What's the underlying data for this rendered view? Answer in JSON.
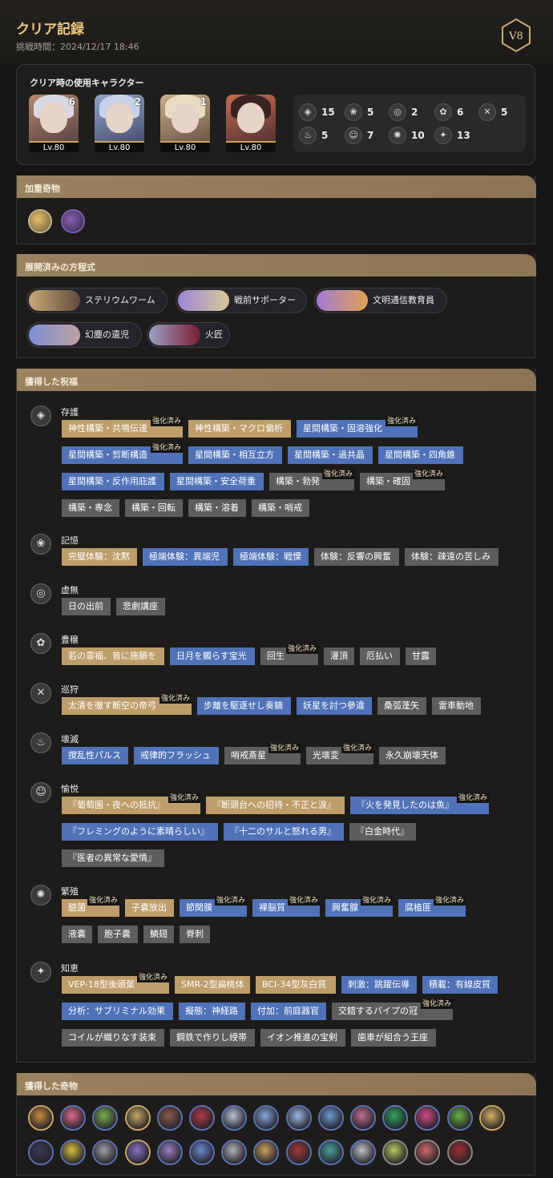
{
  "header": {
    "title": "クリア記録",
    "datetime_label": "挑戦時間：2024/12/17 18:46",
    "version_badge": "V8"
  },
  "characters": {
    "label": "クリア時の使用キャラクター",
    "items": [
      {
        "rank": "6",
        "level": "Lv.80"
      },
      {
        "rank": "2",
        "level": "Lv.80"
      },
      {
        "rank": "1",
        "level": "Lv.80"
      },
      {
        "rank": "",
        "level": "Lv.80"
      }
    ]
  },
  "path_counts": [
    {
      "icon": "preservation-icon",
      "count": "15"
    },
    {
      "icon": "remembrance-icon",
      "count": "5"
    },
    {
      "icon": "nihility-icon",
      "count": "2"
    },
    {
      "icon": "abundance-icon",
      "count": "6"
    },
    {
      "icon": "hunt-icon",
      "count": "5"
    },
    {
      "icon": "destruction-icon",
      "count": "5"
    },
    {
      "icon": "elation-icon",
      "count": "7"
    },
    {
      "icon": "propagation-icon",
      "count": "10"
    },
    {
      "icon": "erudition-icon",
      "count": "13"
    }
  ],
  "weighted_curios": {
    "label": "加重奇物"
  },
  "equations": {
    "label": "展開済みの方程式",
    "items": [
      "ステリウムワーム",
      "戦前サポーター",
      "文明通信教育員",
      "幻塵の遺児",
      "火匠"
    ]
  },
  "blessings": {
    "label": "獲得した祝福",
    "enhanced_label": "強化済み",
    "paths": [
      {
        "name": "存護",
        "rows": [
          [
            {
              "t": "神性構築・共鳴伝達",
              "c": "g",
              "e": true
            },
            {
              "t": "神性構築・マクロ偏析",
              "c": "g",
              "e": false
            },
            {
              "t": "星間構築・固溶強化",
              "c": "b",
              "e": true
            }
          ],
          [
            {
              "t": "星間構築・剪断構造",
              "c": "b",
              "e": true
            },
            {
              "t": "星間構築・相互立方",
              "c": "b",
              "e": false
            },
            {
              "t": "星間構築・過共晶",
              "c": "b",
              "e": false
            },
            {
              "t": "星間構築・四角錐",
              "c": "b",
              "e": false
            }
          ],
          [
            {
              "t": "星間構築・反作用庇護",
              "c": "b",
              "e": false
            },
            {
              "t": "星間構築・安全荷重",
              "c": "b",
              "e": false
            },
            {
              "t": "構築・勃発",
              "c": "d",
              "e": true
            },
            {
              "t": "構築・確固",
              "c": "d",
              "e": true
            }
          ],
          [
            {
              "t": "構築・専念",
              "c": "d",
              "e": false
            },
            {
              "t": "構築・回転",
              "c": "d",
              "e": false
            },
            {
              "t": "構築・溶着",
              "c": "d",
              "e": false
            },
            {
              "t": "構築・哨戒",
              "c": "d",
              "e": false
            }
          ]
        ]
      },
      {
        "name": "記憶",
        "rows": [
          [
            {
              "t": "完璧体験：沈黙",
              "c": "g",
              "e": false
            },
            {
              "t": "極端体験：異端児",
              "c": "b",
              "e": false
            },
            {
              "t": "極端体験：戦慄",
              "c": "b",
              "e": false
            },
            {
              "t": "体験：反響の興奮",
              "c": "d",
              "e": false
            },
            {
              "t": "体験：疎遠の苦しみ",
              "c": "d",
              "e": false
            }
          ]
        ]
      },
      {
        "name": "虚無",
        "rows": [
          [
            {
              "t": "日の出前",
              "c": "d",
              "e": false
            },
            {
              "t": "悲劇講座",
              "c": "d",
              "e": false
            }
          ]
        ]
      },
      {
        "name": "豊穣",
        "rows": [
          [
            {
              "t": "若の霏福、皆に施願を",
              "c": "g",
              "e": false
            },
            {
              "t": "日月を觸らす宝光",
              "c": "b",
              "e": false
            },
            {
              "t": "回生",
              "c": "d",
              "e": true
            },
            {
              "t": "灌頂",
              "c": "d",
              "e": false
            },
            {
              "t": "厄払い",
              "c": "d",
              "e": false
            },
            {
              "t": "甘露",
              "c": "d",
              "e": false
            }
          ]
        ]
      },
      {
        "name": "巡狩",
        "rows": [
          [
            {
              "t": "太清を徹す断空の帝弓",
              "c": "g",
              "e": true
            },
            {
              "t": "步離を駆逐せし奏鏑",
              "c": "b",
              "e": false
            },
            {
              "t": "妖星を討つ參違",
              "c": "b",
              "e": false
            },
            {
              "t": "桑弧蓬矢",
              "c": "d",
              "e": false
            },
            {
              "t": "雷車動地",
              "c": "d",
              "e": false
            }
          ]
        ]
      },
      {
        "name": "壊滅",
        "rows": [
          [
            {
              "t": "撹乱性パルス",
              "c": "b",
              "e": false
            },
            {
              "t": "戒律的フラッシュ",
              "c": "b",
              "e": false
            },
            {
              "t": "哨戒斎星",
              "c": "d",
              "e": true
            },
            {
              "t": "光壊変",
              "c": "d",
              "e": true
            },
            {
              "t": "永久崩壊天体",
              "c": "d",
              "e": false
            }
          ]
        ]
      },
      {
        "name": "愉悦",
        "rows": [
          [
            {
              "t": "『葡萄園・夜への抵抗』",
              "c": "g",
              "e": true
            },
            {
              "t": "『断頭台への招待・不正と涙』",
              "c": "g",
              "e": false
            },
            {
              "t": "『火を発見したのは魚』",
              "c": "b",
              "e": true
            }
          ],
          [
            {
              "t": "『フレミングのように素晴らしい』",
              "c": "b",
              "e": false
            },
            {
              "t": "『十二のサルと怒れる男』",
              "c": "b",
              "e": false
            },
            {
              "t": "『白金時代』",
              "c": "d",
              "e": false
            }
          ],
          [
            {
              "t": "『医者の異常な愛情』",
              "c": "d",
              "e": false
            }
          ]
        ]
      },
      {
        "name": "繁殖",
        "rows": [
          [
            {
              "t": "臆菌",
              "c": "g",
              "e": true
            },
            {
              "t": "子嚢放出",
              "c": "g",
              "e": false
            },
            {
              "t": "節関膜",
              "c": "b",
              "e": true
            },
            {
              "t": "裸脳質",
              "c": "b",
              "e": true
            },
            {
              "t": "興奮腺",
              "c": "b",
              "e": true
            },
            {
              "t": "腐植匪",
              "c": "b",
              "e": true
            }
          ],
          [
            {
              "t": "液嚢",
              "c": "d",
              "e": false
            },
            {
              "t": "胞子嚢",
              "c": "d",
              "e": false
            },
            {
              "t": "鱗翅",
              "c": "d",
              "e": false
            },
            {
              "t": "脊刺",
              "c": "d",
              "e": false
            }
          ]
        ]
      },
      {
        "name": "知恵",
        "rows": [
          [
            {
              "t": "VEP-18型後頭葉",
              "c": "g",
              "e": true
            },
            {
              "t": "SMR-2型扁桃体",
              "c": "g",
              "e": false
            },
            {
              "t": "BCI-34型灰白質",
              "c": "g",
              "e": false
            },
            {
              "t": "刺激：跳躍伝導",
              "c": "b",
              "e": false
            },
            {
              "t": "積載：有線皮質",
              "c": "b",
              "e": false
            }
          ],
          [
            {
              "t": "分析：サブリミナル効果",
              "c": "b",
              "e": false
            },
            {
              "t": "擬態：神経路",
              "c": "b",
              "e": false
            },
            {
              "t": "付加：前庭器官",
              "c": "b",
              "e": false
            },
            {
              "t": "交錯するパイプの冠",
              "c": "d",
              "e": true
            }
          ],
          [
            {
              "t": "コイルが織りなす装束",
              "c": "d",
              "e": false
            },
            {
              "t": "鋼鉄で作りし綬帯",
              "c": "d",
              "e": false
            },
            {
              "t": "イオン推進の宝剣",
              "c": "d",
              "e": false
            },
            {
              "t": "歯車が組合う王座",
              "c": "d",
              "e": false
            }
          ]
        ]
      }
    ]
  },
  "curios": {
    "label": "獲得した奇物"
  },
  "colors": {
    "accent_gold": "#bf9d6a",
    "accent_blue": "#4f72b8",
    "dark_tag": "#5f5d5c",
    "title": "#eec987"
  }
}
